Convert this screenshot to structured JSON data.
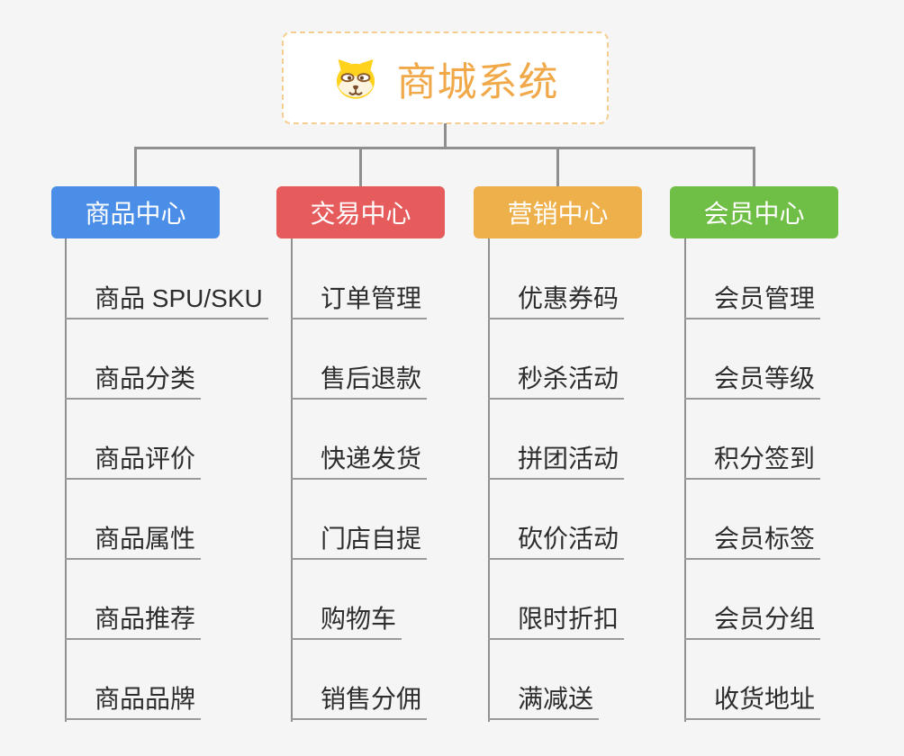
{
  "root": {
    "title": "商城系统",
    "icon": "dog-face-icon"
  },
  "branches": [
    {
      "label": "商品中心",
      "color": "#4A8EE8",
      "children": [
        "商品 SPU/SKU",
        "商品分类",
        "商品评价",
        "商品属性",
        "商品推荐",
        "商品品牌"
      ]
    },
    {
      "label": "交易中心",
      "color": "#E65C5C",
      "children": [
        "订单管理",
        "售后退款",
        "快递发货",
        "门店自提",
        "购物车",
        "销售分佣"
      ]
    },
    {
      "label": "营销中心",
      "color": "#EEB04A",
      "children": [
        "优惠券码",
        "秒杀活动",
        "拼团活动",
        "砍价活动",
        "限时折扣",
        "满减送"
      ]
    },
    {
      "label": "会员中心",
      "color": "#6FBE45",
      "children": [
        "会员管理",
        "会员等级",
        "积分签到",
        "会员标签",
        "会员分组",
        "收货地址"
      ]
    }
  ],
  "colors": {
    "background": "#F5F5F5",
    "root_text": "#F0A848",
    "root_border": "#F5CE8F",
    "connector": "#8F8F8F",
    "leaf_text": "#2D2D2D",
    "underline": "#9A9A9A"
  }
}
